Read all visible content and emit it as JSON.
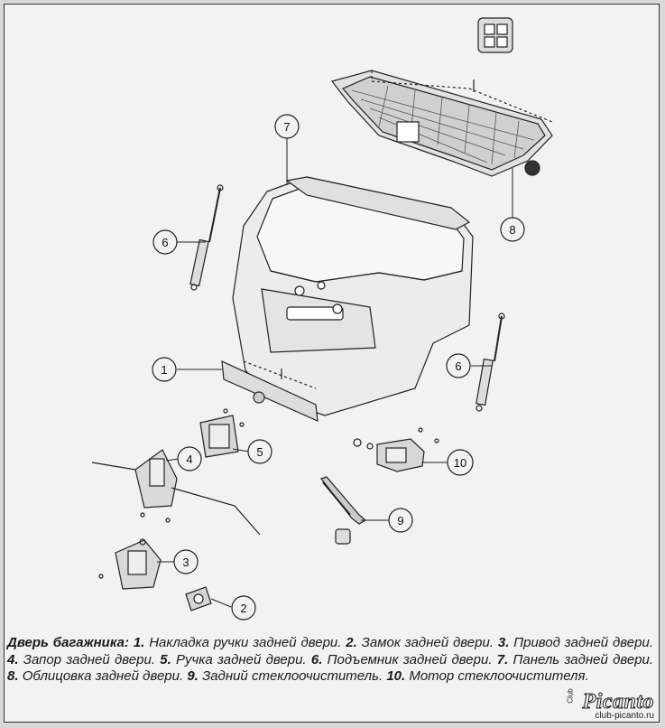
{
  "callouts": [
    {
      "id": "c1",
      "label": "1"
    },
    {
      "id": "c2",
      "label": "2"
    },
    {
      "id": "c3",
      "label": "3"
    },
    {
      "id": "c4",
      "label": "4"
    },
    {
      "id": "c5",
      "label": "5"
    },
    {
      "id": "c6a",
      "label": "6"
    },
    {
      "id": "c6b",
      "label": "6"
    },
    {
      "id": "c7",
      "label": "7"
    },
    {
      "id": "c8",
      "label": "8"
    },
    {
      "id": "c9",
      "label": "9"
    },
    {
      "id": "c10",
      "label": "10"
    }
  ],
  "caption": {
    "lead": "Дверь багажника:",
    "items": [
      {
        "num": "1.",
        "text": "Накладка ручки задней двери."
      },
      {
        "num": "2.",
        "text": "Замок задней двери."
      },
      {
        "num": "3.",
        "text": "Привод задней двери."
      },
      {
        "num": "4.",
        "text": "Запор задней двери."
      },
      {
        "num": "5.",
        "text": "Ручка задней двери."
      },
      {
        "num": "6.",
        "text": "Подъемник задней двери."
      },
      {
        "num": "7.",
        "text": "Панель задней двери."
      },
      {
        "num": "8.",
        "text": "Облицовка задней двери."
      },
      {
        "num": "9.",
        "text": "Задний стеклоочиститель."
      },
      {
        "num": "10.",
        "text": "Мотор стеклоочистителя."
      }
    ]
  },
  "watermark": {
    "brand": "Picanto",
    "club": "Club",
    "site": "club-picanto.ru"
  }
}
